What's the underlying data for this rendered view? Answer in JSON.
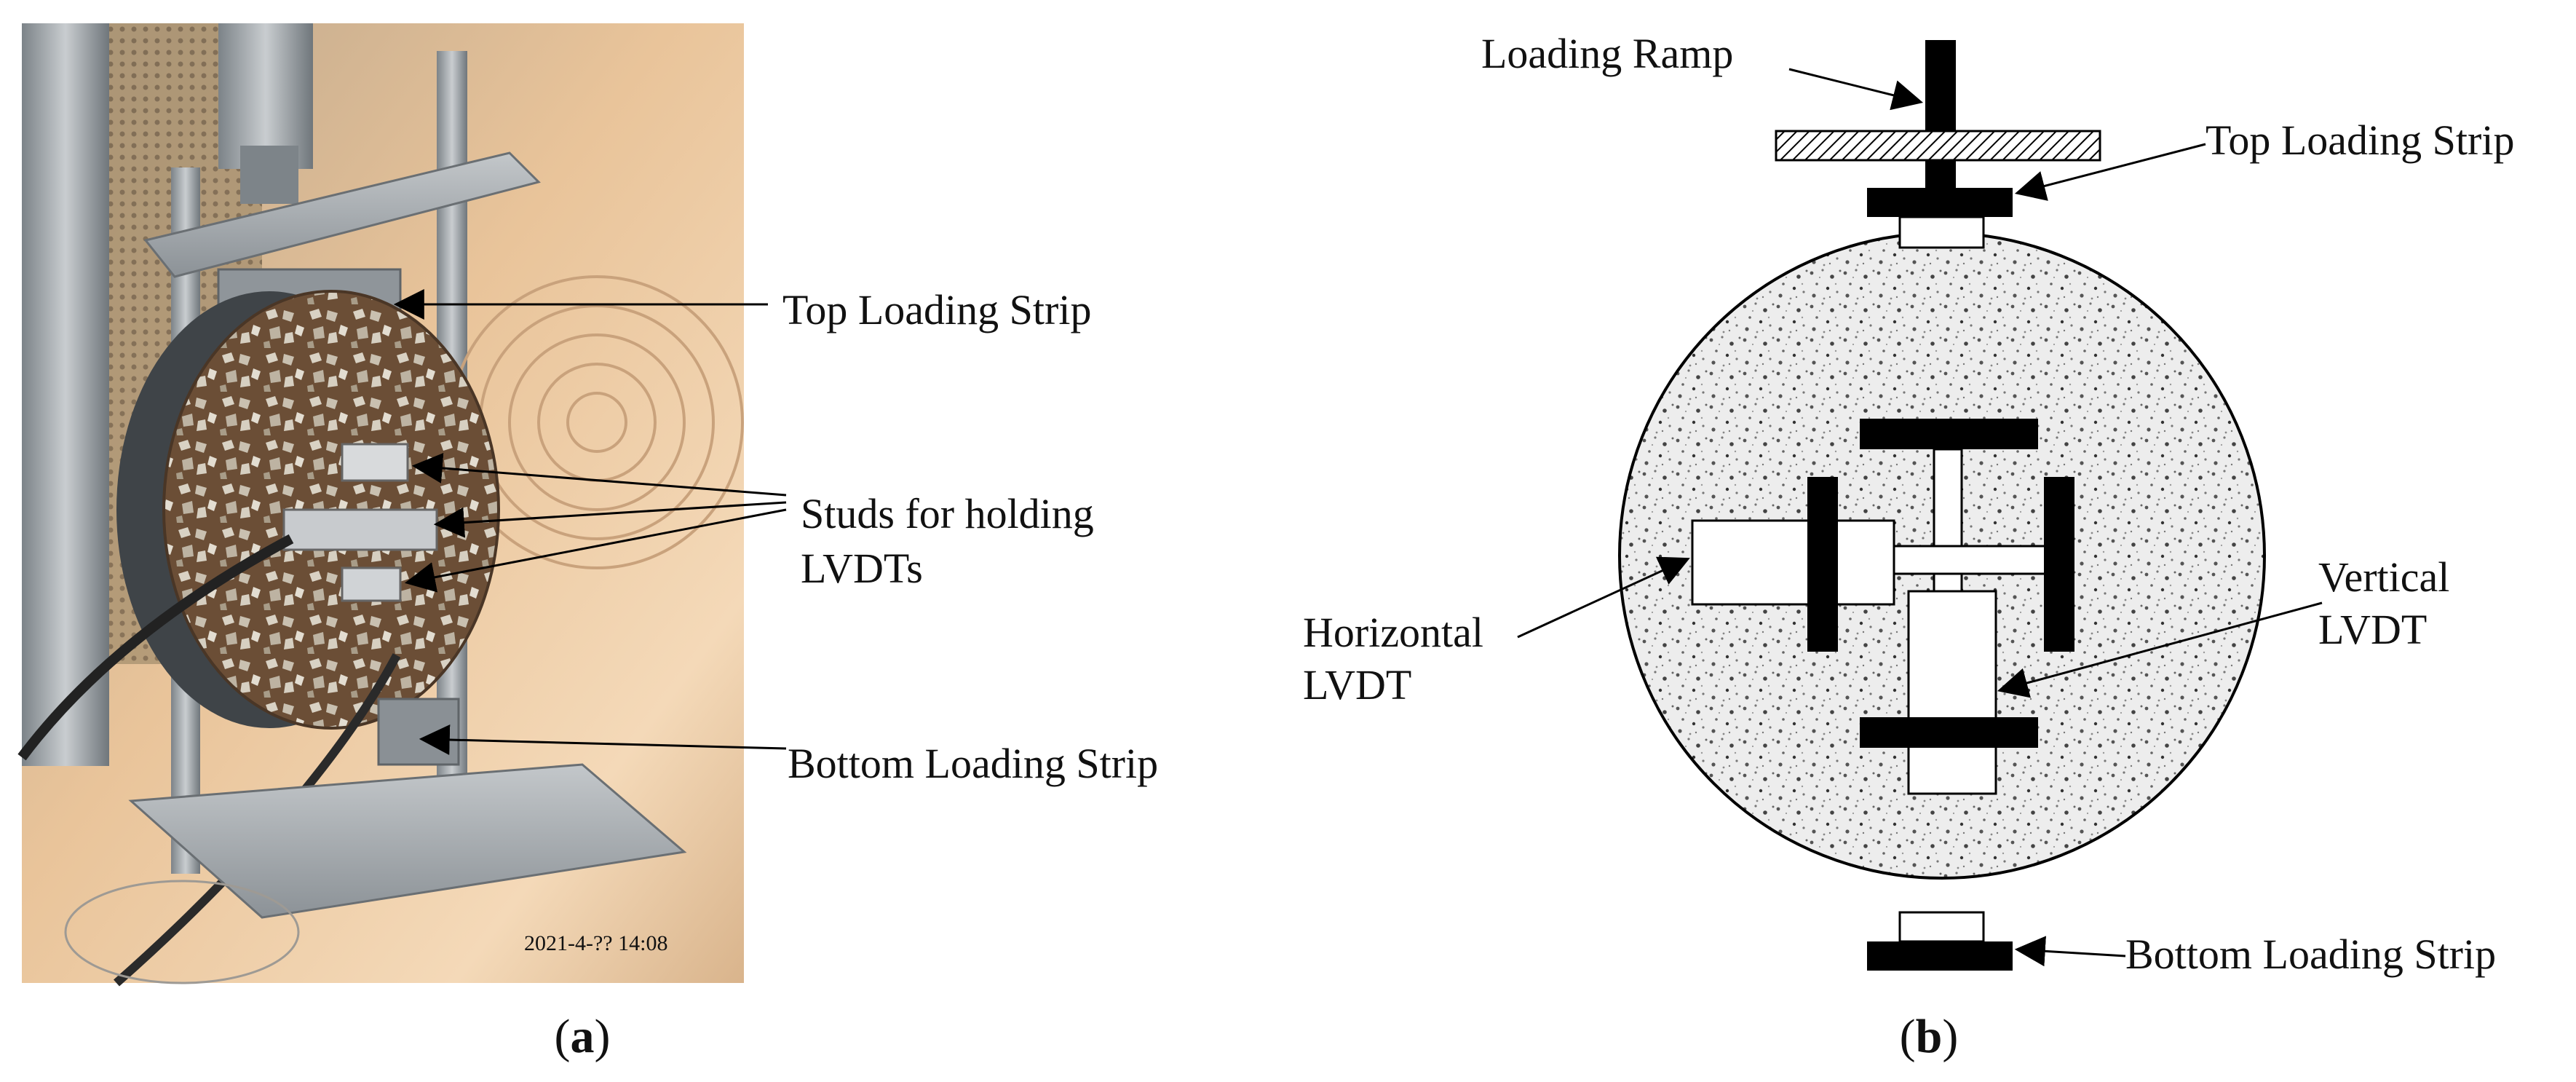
{
  "panel_a": {
    "caption": "(a)",
    "labels": {
      "top_loading_strip": "Top Loading Strip",
      "studs_line1": "Studs for holding",
      "studs_line2": "LVDTs",
      "bottom_loading_strip": "Bottom Loading Strip"
    },
    "timestamp": "2021-4-?? 14:08"
  },
  "panel_b": {
    "caption": "(b)",
    "labels": {
      "loading_ramp": "Loading Ramp",
      "top_loading_strip": "Top Loading Strip",
      "horizontal_line1": "Horizontal",
      "horizontal_line2": "LVDT",
      "vertical_line1": "Vertical",
      "vertical_line2": "LVDT",
      "bottom_loading_strip": "Bottom Loading Strip"
    }
  },
  "colors": {
    "line": "#000000",
    "specimen_fill": "#eeeeee",
    "photo_warm": "#e8b98a",
    "photo_metal": "#9aa1a6"
  }
}
